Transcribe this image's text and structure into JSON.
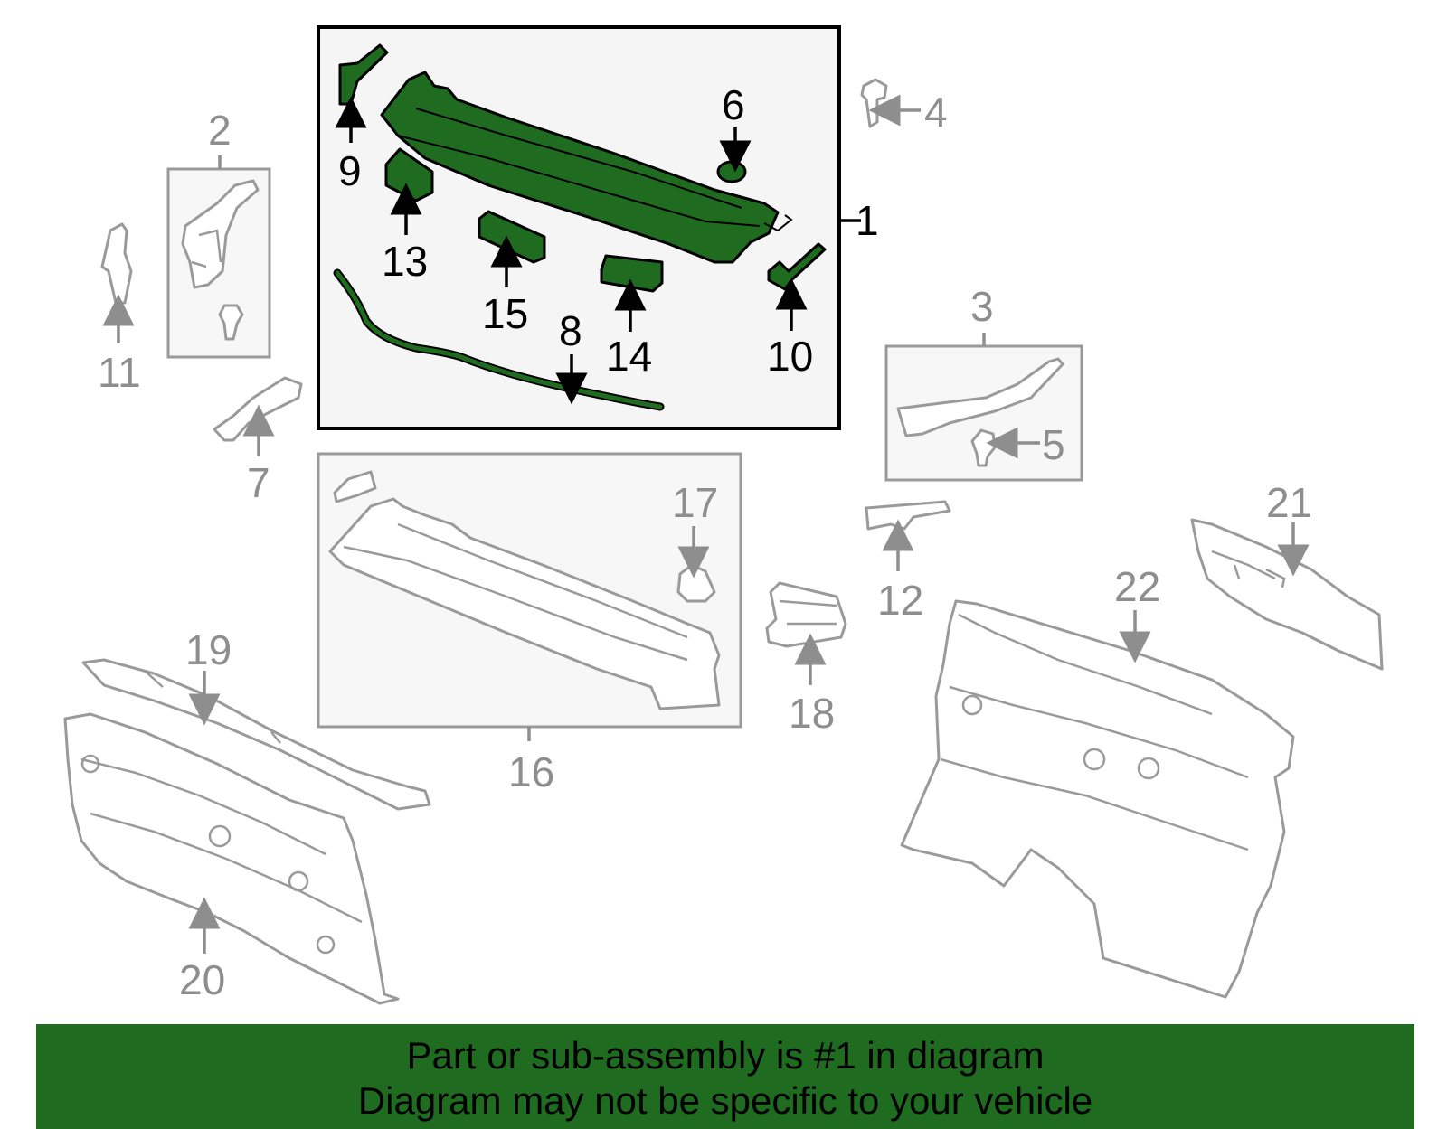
{
  "diagram": {
    "labels": [
      "1",
      "2",
      "3",
      "4",
      "5",
      "6",
      "7",
      "8",
      "9",
      "10",
      "11",
      "12",
      "13",
      "14",
      "15",
      "16",
      "17",
      "18",
      "19",
      "20",
      "21",
      "22"
    ],
    "highlight_color": "#1f6b1f",
    "gray_color": "#9a9a9a",
    "highlighted_part": "1"
  },
  "banner": {
    "line1": "Part or sub-assembly is #1 in diagram",
    "line2": "Diagram may not be specific to your vehicle",
    "background": "#1f6b1f"
  }
}
